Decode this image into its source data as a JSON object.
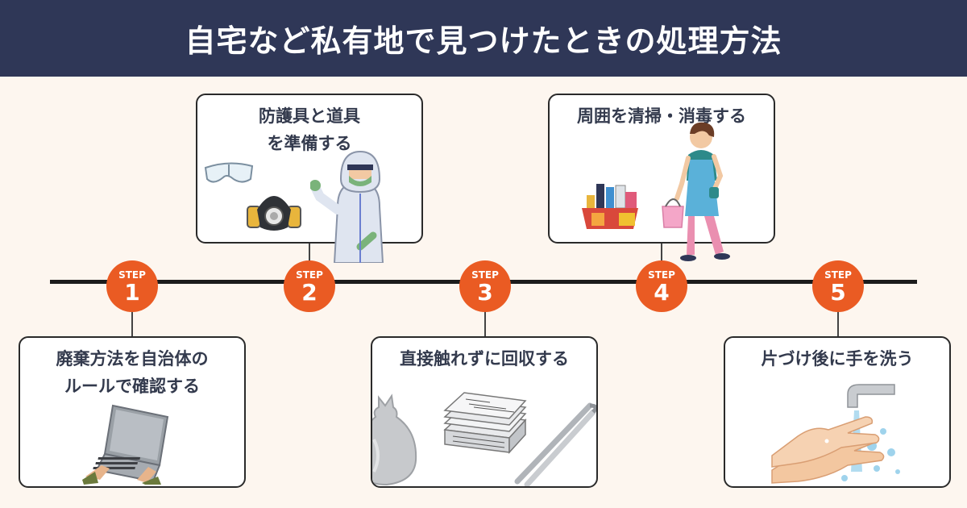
{
  "title": "自宅など私有地で見つけたときの処理方法",
  "colors": {
    "header_bg": "#2f3757",
    "accent": "#ea5b23",
    "page_bg": "#fdf6ef",
    "line": "#1c1c1c"
  },
  "steps": [
    {
      "label": "STEP",
      "number": "1",
      "title_line1": "廃棄方法を自治体の",
      "title_line2": "ルールで確認する",
      "icon": "laptop-typing-icon"
    },
    {
      "label": "STEP",
      "number": "2",
      "title_line1": "防護具と道具",
      "title_line2": "を準備する",
      "icon": "protective-gear-icon"
    },
    {
      "label": "STEP",
      "number": "3",
      "title_line1": "直接触れずに回収する",
      "title_line2": "",
      "icon": "bag-newspaper-tongs-icon"
    },
    {
      "label": "STEP",
      "number": "4",
      "title_line1": "周囲を清掃・消毒する",
      "title_line2": "",
      "icon": "cleaning-person-icon"
    },
    {
      "label": "STEP",
      "number": "5",
      "title_line1": "片づけ後に手を洗う",
      "title_line2": "",
      "icon": "hand-washing-icon"
    }
  ]
}
